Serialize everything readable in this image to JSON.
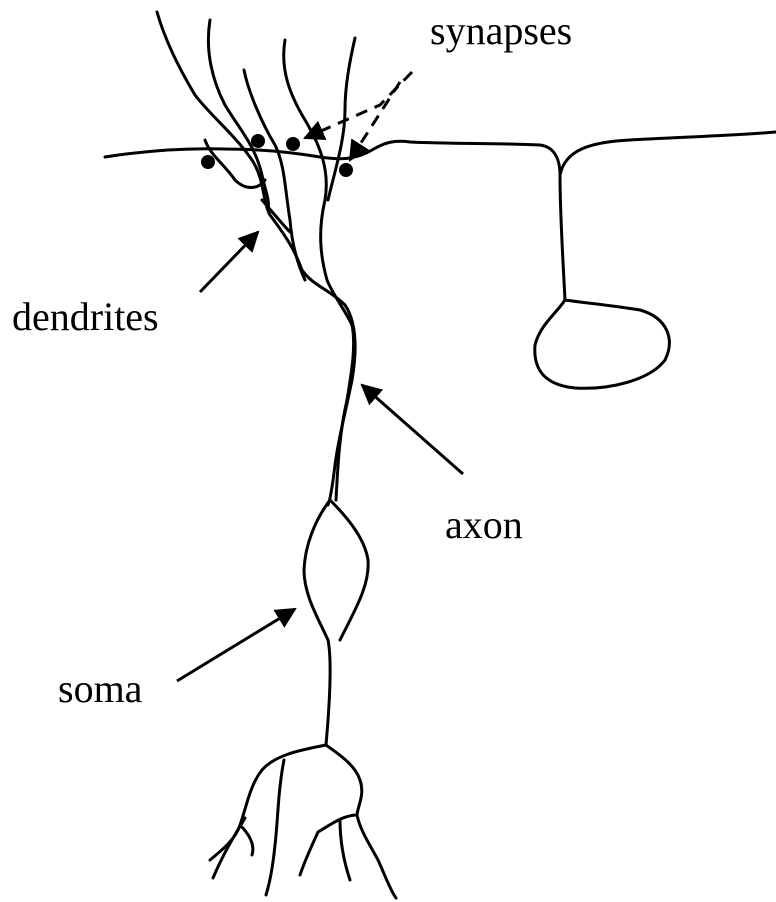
{
  "labels": {
    "synapses": "synapses",
    "dendrites": "dendrites",
    "axon": "axon",
    "soma": "soma"
  },
  "colors": {
    "ink": "#000000",
    "background": "#ffffff"
  }
}
